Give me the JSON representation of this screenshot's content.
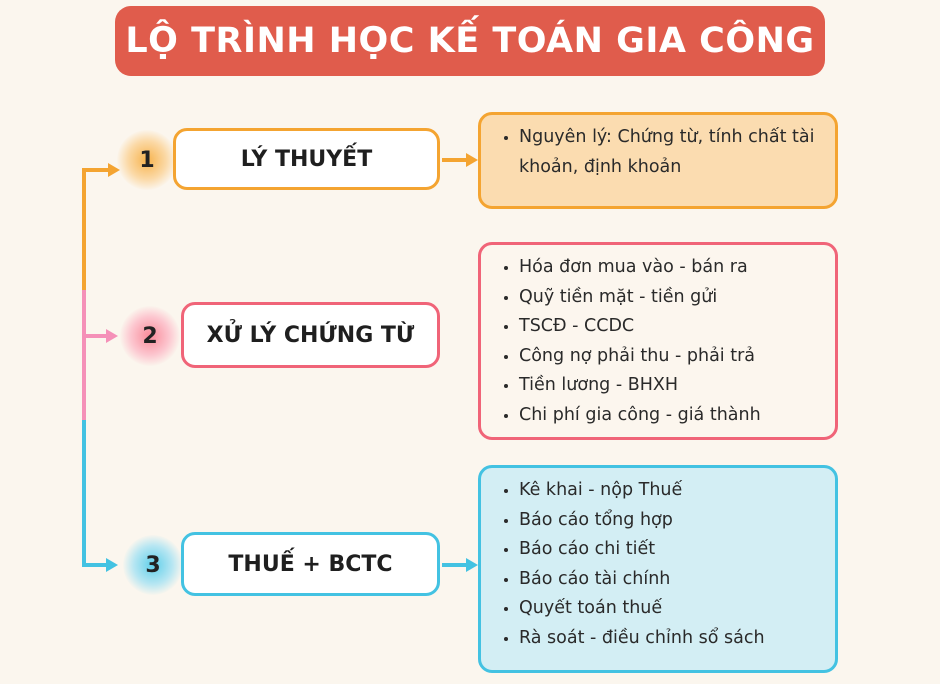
{
  "title": "LỘ TRÌNH HỌC KẾ TOÁN GIA CÔNG",
  "colors": {
    "title_bg": "#e05c4c",
    "orange": "#f4a431",
    "pink": "#f06478",
    "blue": "#43c2e2",
    "orange_fill": "#fbdcb0",
    "pink_fill": "#fcf6ee",
    "blue_fill": "#d3eef4"
  },
  "stages": [
    {
      "number": "1",
      "label": "LÝ THUYẾT",
      "items": [
        "Nguyên lý: Chứng từ, tính chất tài khoản, định khoản"
      ]
    },
    {
      "number": "2",
      "label": "XỬ LÝ CHỨNG TỪ",
      "items": [
        "Hóa đơn mua vào - bán ra",
        "Quỹ tiền mặt - tiền gửi",
        "TSCĐ - CCDC",
        "Công nợ phải thu - phải trả",
        "Tiền lương - BHXH",
        "Chi phí gia công - giá thành"
      ]
    },
    {
      "number": "3",
      "label": "THUẾ + BCTC",
      "items": [
        "Kê khai - nộp Thuế",
        "Báo cáo tổng hợp",
        "Báo cáo chi tiết",
        "Báo cáo tài chính",
        "Quyết toán thuế",
        "Rà soát  - điều chỉnh sổ sách"
      ]
    }
  ]
}
